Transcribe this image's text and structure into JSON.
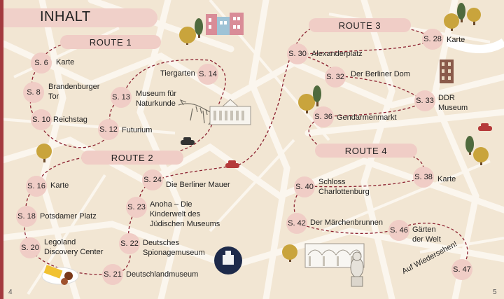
{
  "title": "INHALT",
  "routes": [
    {
      "label": "ROUTE 1"
    },
    {
      "label": "ROUTE 2"
    },
    {
      "label": "ROUTE 3"
    },
    {
      "label": "ROUTE 4"
    }
  ],
  "route1": [
    {
      "page": "S. 6",
      "label": "Karte"
    },
    {
      "page": "S. 8",
      "label": "Brandenburger Tor"
    },
    {
      "page": "S. 10",
      "label": "Reichstag"
    },
    {
      "page": "S. 12",
      "label": "Futurium"
    },
    {
      "page": "S. 13",
      "label": "Museum für Naturkunde"
    },
    {
      "page": "S. 14",
      "label": "Tiergarten"
    }
  ],
  "route2": [
    {
      "page": "S. 16",
      "label": "Karte"
    },
    {
      "page": "S. 18",
      "label": "Potsdamer Platz"
    },
    {
      "page": "S. 20",
      "label": "Legoland Discovery Center"
    },
    {
      "page": "S. 21",
      "label": "Deutschlandmuseum"
    },
    {
      "page": "S. 22",
      "label": "Deutsches Spionagemuseum"
    },
    {
      "page": "S. 23",
      "label": "Anoha – Die Kinderwelt des Jüdischen Museums"
    },
    {
      "page": "S. 24",
      "label": "Die Berliner Mauer"
    }
  ],
  "route3": [
    {
      "page": "S. 28",
      "label": "Karte"
    },
    {
      "page": "S. 30",
      "label": "Alexanderplatz"
    },
    {
      "page": "S. 32",
      "label": "Der Berliner Dom"
    },
    {
      "page": "S. 33",
      "label": "DDR Museum"
    },
    {
      "page": "S. 36",
      "label": "Gendarmenmarkt"
    }
  ],
  "route4": [
    {
      "page": "S. 38",
      "label": "Karte"
    },
    {
      "page": "S. 40",
      "label": "Schloss Charlottenburg"
    },
    {
      "page": "S. 42",
      "label": "Der Märchenbrunnen"
    },
    {
      "page": "S. 46",
      "label": "Gärten der Welt"
    },
    {
      "page": "S. 47",
      "label": "Auf Wiedersehen!"
    }
  ],
  "page_numbers": {
    "left": "4",
    "right": "5"
  },
  "colors": {
    "route_line": "#8c2130",
    "pill": "#f0cdc6",
    "binding": "#a33a3f",
    "background": "#f2e6d3"
  },
  "icons": [
    "tree-icon",
    "building-icon",
    "dinosaur-skeleton-icon",
    "museum-building-icon",
    "car-icon",
    "rubber-duck-icon",
    "flamingo-sign-icon",
    "bratwurst-icon",
    "bear-statue-icon",
    "fountain-colonnade-icon"
  ]
}
